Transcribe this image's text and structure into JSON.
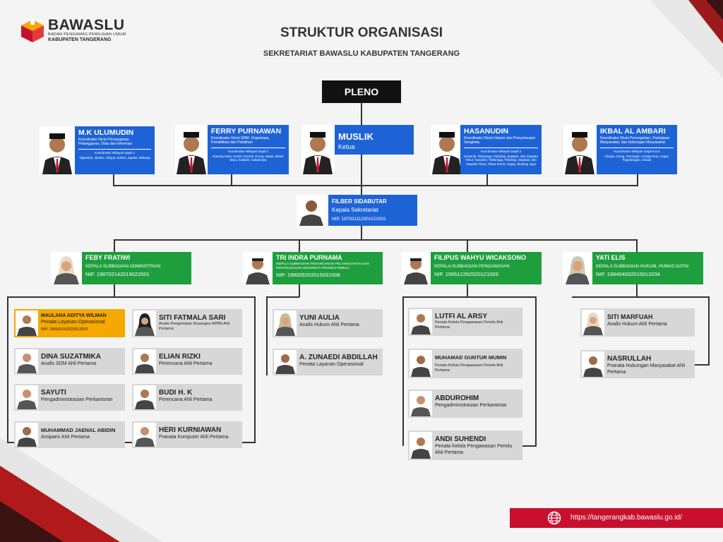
{
  "colors": {
    "blue": "#1e63d6",
    "green": "#1f9e3e",
    "orange": "#f5a800",
    "red": "#c8102e",
    "dark": "#111111",
    "grey": "#d7d7d7"
  },
  "logo": {
    "name": "BAWASLU",
    "sub": "BADAN PENGAWAS PEMILIHAN UMUM",
    "region": "KABUPATEN TANGERANG"
  },
  "title": "STRUKTUR ORGANISASI",
  "subtitle": "SEKRETARIAT BAWASLU KABUPATEN TANGERANG",
  "pleno": "PLENO",
  "commissioners": [
    {
      "name": "M.K ULUMUDIN",
      "role": "Koordinator Divisi Penanganan, Pelanggaran, Data dan Informasi",
      "wilayah": "Koordinator Wilayah Dapil 1",
      "area": "Tigaraksa, Jambe, Cikupa, Solear, Jayanti, Balaraja"
    },
    {
      "name": "FERRY PURNAWAN",
      "role": "Koordinator Divisi SDM, Organisasi, Pendidikan dan Pelatihan",
      "wilayah": "Koordinator Wilayah Dapil 2",
      "area": "Gunung Kaler, Kemiri, Kresek, Kronjo, Mauk, Mekar Baru, Sukadiri, Sukamulya"
    },
    {
      "name": "MUSLIK",
      "role": "Ketua"
    },
    {
      "name": "HASANUDIN",
      "role": "Koordinator Divisi Hukum dan Penyelesaian Sengketa",
      "wilayah": "Koordinator Wilayah Dapil 3",
      "area": "Kosambi, Teluknaga, Pakuhaji, Sepatan, dan Sepatan Timur; Kosambi, Teluknaga, Pakuhaji, Sepatan, dan Sepatan Timur, Pasar Kemis, Rajeg, Sindang Jaya"
    },
    {
      "name": "IKBAL AL AMBARI",
      "role": "Koordinator Divisi Pencegahan, Partisipasi Masyarakat, dan Hubungan Masyarakat",
      "wilayah": "Koordinator Wilayah Dapil 5 & 6",
      "area": "Cikupa, Curug, Panongan, Kelapa Dua, Legok, Pagedangan, Cisauk"
    }
  ],
  "secretary": {
    "name": "FILBER SIDABUTAR",
    "role": "Kepala Sekretariat",
    "nip": "NIP. 197911112001121001"
  },
  "heads": [
    {
      "name": "FEBY FRATIWI",
      "role": "KEPALA SUBBAGIAN ADMINISTRASI",
      "nip": "NIP. 198702142019022001"
    },
    {
      "name": "TRI INDRA PURNAMA",
      "role": "KEPALA SUBBAGIAN PENANGANAN PELANGGARAN DAN PENYELESAIAN SENGKETA PROSES PEMILU",
      "nip": "NIP. 199009202015031008"
    },
    {
      "name": "FILIPUS WAHYU WICAKSONO",
      "role": "KEPALA SUBBAGIAN PENGAWASAN",
      "nip": "NIP. 199512262020121003"
    },
    {
      "name": "YATI ELIS",
      "role": "KEPALA SUBBAGIAN HUKUM, HUMAS DATIN",
      "nip": "NIP. 198404032010012034"
    }
  ],
  "admin_staff": [
    {
      "name": "MAULANA ADITYA WILMAN",
      "role": "Penata Layanan Operasional",
      "nip": "NIP. 199910162022012002"
    },
    {
      "name": "SITI FATMALA SARI",
      "role": "Analis Pengelolaan Keuangan APBN Ahli Pertama"
    },
    {
      "name": "DINA SUZATMIKA",
      "role": "Analis SDM Ahli Pertama"
    },
    {
      "name": "ELIAN RIZKI",
      "role": "Perencana Ahli Pertama"
    },
    {
      "name": "SAYUTI",
      "role": "Pengadministrasian Perkantoran"
    },
    {
      "name": "BUDI H. K",
      "role": "Perencana Ahli Pertama"
    },
    {
      "name": "MUHAMMAD JAENAL ABIDIN",
      "role": "Arsiparis Ahli Pertama"
    },
    {
      "name": "HERI KURNIAWAN",
      "role": "Pranata Komputer Ahli Pertama"
    }
  ],
  "hpp_staff": [
    {
      "name": "YUNI AULIA",
      "role": "Analis Hukum Ahli Pertama"
    },
    {
      "name": "A. ZUNAEDI ABDILLAH",
      "role": "Penata Layanan Operasional"
    }
  ],
  "pengawasan_staff": [
    {
      "name": "LUTFI AL ARSY",
      "role": "Penata Kelola Pengawasan Pemilu Ahli Pertama"
    },
    {
      "name": "MUHAMAD GUNTUR MUMIN",
      "role": "Penata Kelola Pengawasan Pemilu Ahli Pertama"
    },
    {
      "name": "ABDUROHIM",
      "role": "Pengadministrasian Perkantoran"
    },
    {
      "name": "ANDI SUHENDI",
      "role": "Penata Kelola Pengawasan Pemilu Ahli Pertama"
    }
  ],
  "hukum_staff": [
    {
      "name": "SITI MARFUAH",
      "role": "Analis Hukum Ahli Pertama"
    },
    {
      "name": "NASRULLAH",
      "role": "Pranata Hubungan Masyarakat Ahli Pertama"
    }
  ],
  "footer": {
    "url": "https://tangerangkab.bawaslu.go.id/"
  }
}
